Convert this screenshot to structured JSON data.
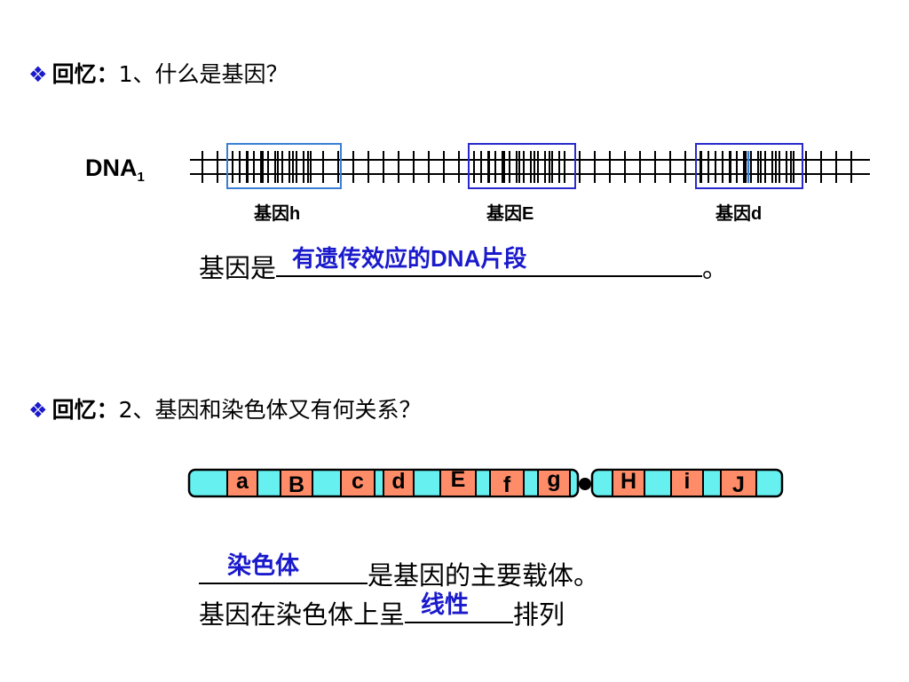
{
  "question1": {
    "bullet": "❖",
    "prefix": "回忆：",
    "text": "1、什么是基因？"
  },
  "dna": {
    "label_main": "DNA",
    "label_sub": "1",
    "genes": [
      {
        "label": "基因h"
      },
      {
        "label": "基因E"
      },
      {
        "label": "基因d"
      }
    ]
  },
  "definition": {
    "lead": "基因是",
    "answer": "有遗传效应的DNA片段",
    "tail": "。"
  },
  "question2": {
    "bullet": "❖",
    "prefix": "回忆：",
    "text": "2、基因和染色体又有何关系？"
  },
  "chromosome": {
    "genes": [
      "a",
      "B",
      "c",
      "d",
      "E",
      "f",
      "g",
      "H",
      "i",
      "J"
    ]
  },
  "relation1": {
    "answer": "染色体",
    "tail": "是基因的主要载体。"
  },
  "relation2": {
    "lead": "基因在染色体上呈",
    "answer": "线性",
    "tail": "排列"
  },
  "colors": {
    "accent_blue": "#1a1acc",
    "gene_box_blue": "#3a7fd5",
    "chromosome_fill": "#66f0f0",
    "gene_fill": "#ff8c69"
  }
}
